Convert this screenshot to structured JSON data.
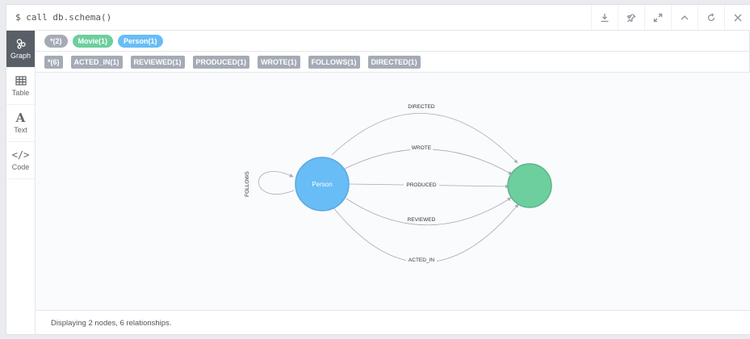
{
  "command": {
    "text": "$ call db.schema()"
  },
  "toolbar": {
    "buttons": [
      {
        "name": "download-icon"
      },
      {
        "name": "pin-icon"
      },
      {
        "name": "fullscreen-icon"
      },
      {
        "name": "collapse-icon"
      },
      {
        "name": "rerun-icon"
      },
      {
        "name": "close-icon"
      }
    ]
  },
  "side_tabs": {
    "graph": "Graph",
    "table": "Table",
    "text": "Text",
    "text_glyph": "A",
    "code": "Code",
    "code_glyph": "</>"
  },
  "labels_legend": {
    "all": "*(2)",
    "movie": "Movie(1)",
    "person": "Person(1)"
  },
  "rels_legend": {
    "all": "*(6)",
    "acted_in": "ACTED_IN(1)",
    "reviewed": "REVIEWED(1)",
    "produced": "PRODUCED(1)",
    "wrote": "WROTE(1)",
    "follows": "FOLLOWS(1)",
    "directed": "DIRECTED(1)"
  },
  "graph": {
    "person_caption": "Person",
    "rel_directed": "DIRECTED",
    "rel_wrote": "WROTE",
    "rel_produced": "PRODUCED",
    "rel_reviewed": "REVIEWED",
    "rel_acted_in": "ACTED_IN",
    "rel_follows": "FOLLOWS"
  },
  "colors": {
    "movie": "#6dce9e",
    "person": "#68bdf6",
    "relationship": "#a5abb6",
    "active_tab": "#595f66"
  },
  "status": {
    "text": "Displaying 2 nodes, 6 relationships."
  }
}
